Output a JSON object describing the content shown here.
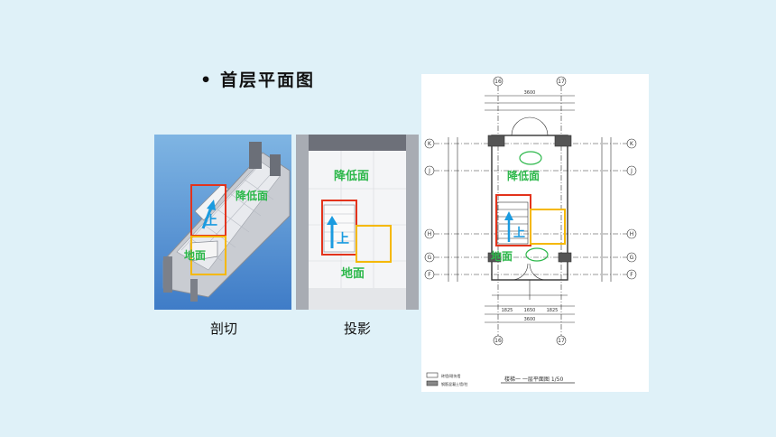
{
  "slide": {
    "bullet": "•",
    "title": "首层平面图"
  },
  "panel_section": {
    "caption": "剖切",
    "label_lowered": "降低面",
    "label_ground": "地面",
    "label_up": "上"
  },
  "panel_projection": {
    "caption": "投影",
    "label_lowered": "降低面",
    "label_ground": "地面",
    "label_up": "上"
  },
  "drawing": {
    "axis_top_left": "16",
    "axis_top_right": "17",
    "axis_bottom_left": "16",
    "axis_bottom_right": "17",
    "axis_rows": [
      "K",
      "J",
      "H",
      "G",
      "F"
    ],
    "dim_total": "3600",
    "dim_parts": [
      "1825",
      "1650",
      "1825"
    ],
    "label_lowered": "降低面",
    "label_ground": "地面",
    "label_up": "上",
    "drawing_title": "楼梯一  一层平面图 1/50",
    "legend_1": "砖墙/砌块墙",
    "legend_2": "钢筋混凝土墙/柱"
  },
  "colors": {
    "background": "#dff1f8",
    "red_box": "#e3331c",
    "yellow_box": "#f5b800",
    "blue_arrow": "#1a9be0",
    "green_label": "#2db84b"
  }
}
